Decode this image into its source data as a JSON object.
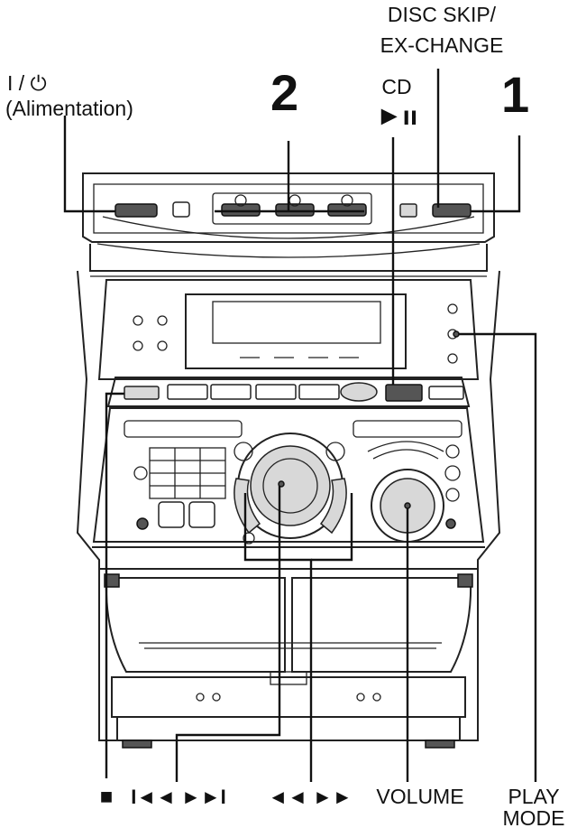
{
  "labels": {
    "power_symbol": "I / ⏻",
    "power_name": "(Alimentation)",
    "group_two": "2",
    "disc_skip_line1": "DISC SKIP/",
    "disc_skip_line2": "EX-CHANGE",
    "cd_text": "CD",
    "cd_play_pause": "►ıı",
    "group_one": "1",
    "stop": "■",
    "prev_next": "I◄◄ ►►I",
    "rewind_ff": "◄◄ ►►",
    "volume": "VOLUME",
    "play_mode_line1": "PLAY",
    "play_mode_line2": "MODE"
  },
  "colors": {
    "ink": "#111111",
    "panel_shade": "#d8d8d8",
    "dark_button": "#555555"
  }
}
